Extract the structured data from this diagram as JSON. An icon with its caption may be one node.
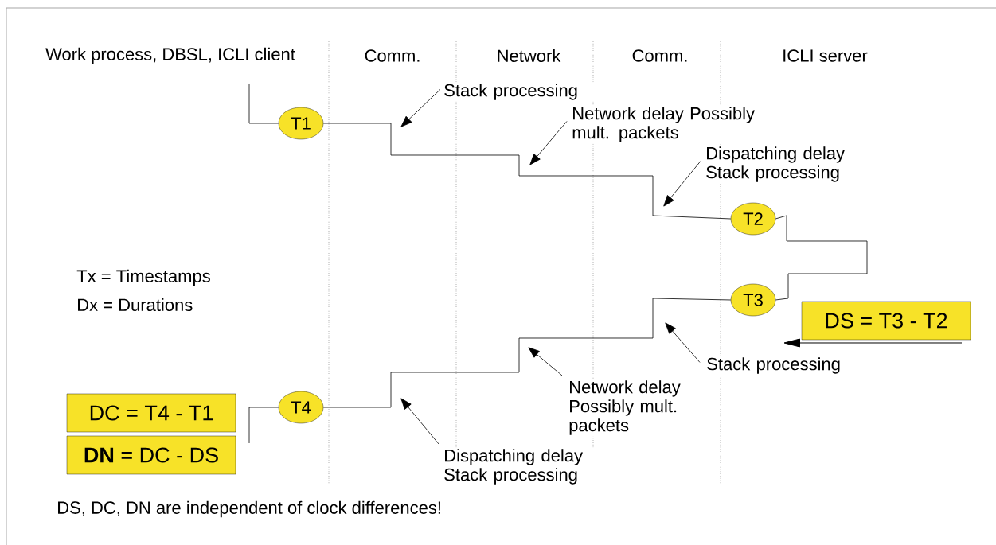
{
  "diagram": {
    "nodes": [
      {
        "text": [
          "T1"
        ]
      },
      {
        "text": [
          "T2"
        ]
      },
      {
        "text": [
          "T3"
        ]
      },
      {
        "text": [
          "T4"
        ]
      },
      {
        "text": [
          "DS = T3 - T2"
        ]
      },
      {
        "text": [
          "DC = T4 - T1"
        ]
      },
      {
        "text": [
          "**DN** = DC - DS"
        ]
      },
      {
        "text": [
          "Stack processing"
        ]
      },
      {
        "text": [
          "Network delay Possibly mult. packets"
        ]
      },
      {
        "text": [
          "Dispatching delay Stack processing"
        ]
      },
      {
        "text": [
          "Stack processing"
        ]
      },
      {
        "text": [
          "Network delay Possibly mult. packets"
        ]
      },
      {
        "text": [
          "Dispatching delay Stack processing"
        ]
      }
    ],
    "edges": [
      {
        "from": null,
        "to": 0,
        "arrow": "none"
      },
      {
        "from": 0,
        "to": 1,
        "arrow": "none"
      },
      {
        "from": 1,
        "to": 2,
        "arrow": "none"
      },
      {
        "from": 2,
        "to": 3,
        "arrow": "none"
      },
      {
        "from": 3,
        "to": null,
        "arrow": "none"
      },
      {
        "from": 7,
        "to": null,
        "arrow": "to"
      },
      {
        "from": 8,
        "to": null,
        "arrow": "to"
      },
      {
        "from": 9,
        "to": null,
        "arrow": "to"
      },
      {
        "from": 10,
        "to": null,
        "arrow": "to"
      },
      {
        "from": 11,
        "to": null,
        "arrow": "to"
      },
      {
        "from": 12,
        "to": null,
        "arrow": "to"
      }
    ],
    "labels": [
      "Work process, DBSL, ICLI client",
      "Comm.",
      "Network",
      "Comm.",
      "ICLI server",
      "Tx = Timestamps",
      "Dx = Durations",
      "DS, DC, DN are independent of clock differences!"
    ]
  }
}
